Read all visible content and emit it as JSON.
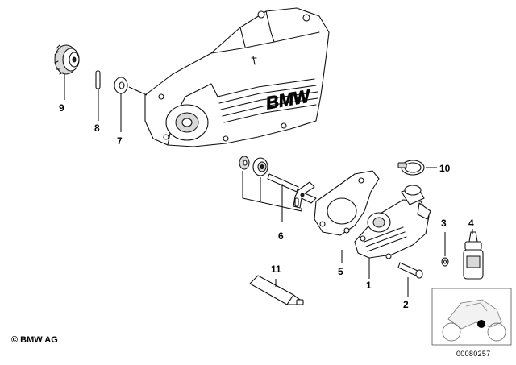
{
  "diagram": {
    "part_labels": {
      "p1": "1",
      "p2": "2",
      "p3": "3",
      "p4": "4",
      "p5": "5",
      "p6": "6",
      "p7": "7",
      "p8": "8",
      "p9": "9",
      "p10": "10",
      "p11": "11"
    },
    "housing_logo": "BMW",
    "copyright": "© BMW AG",
    "doc_number": "00080257"
  }
}
